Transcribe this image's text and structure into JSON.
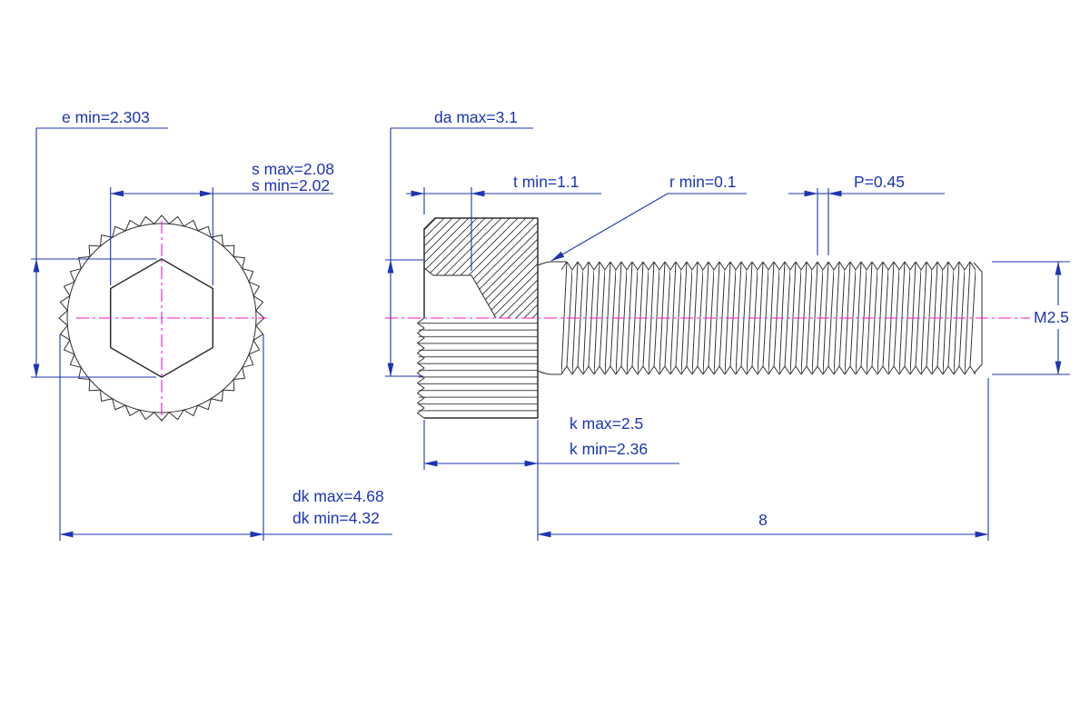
{
  "drawing": {
    "labels": {
      "e_min": "e min=2.303",
      "s_max": "s max=2.08",
      "s_min": "s min=2.02",
      "da_max": "da max=3.1",
      "t_min": "t min=1.1",
      "r_min": "r min=0.1",
      "pitch": "P=0.45",
      "thread_size": "M2.5",
      "k_max": "k max=2.5",
      "k_min": "k min=2.36",
      "dk_max": "dk max=4.68",
      "dk_min": "dk min=4.32",
      "thread_length": "8"
    },
    "colors": {
      "dimension": "#1d35b4",
      "centerline": "#f316c9",
      "outline": "#2e2e2e",
      "background": "#ffffff"
    }
  }
}
